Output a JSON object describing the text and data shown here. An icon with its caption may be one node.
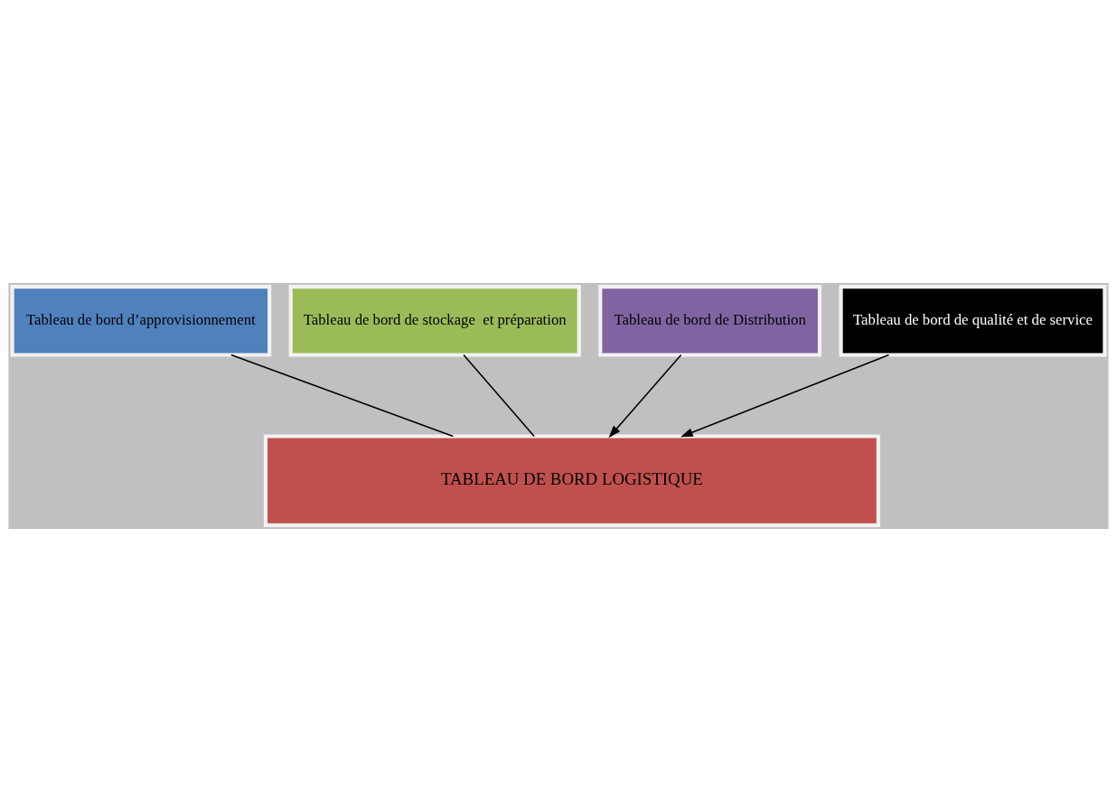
{
  "diagram": {
    "nodes": [
      {
        "text": [
          "Tableau de bord d’approvisionnement"
        ]
      },
      {
        "text": [
          "Tableau de bord de stockage  et préparation"
        ]
      },
      {
        "text": [
          "Tableau de bord de Distribution"
        ]
      },
      {
        "text": [
          "Tableau de bord de qualité et de service"
        ]
      },
      {
        "text": [
          "TABLEAU DE BORD LOGISTIQUE"
        ]
      }
    ],
    "edges": [
      {
        "from": 0,
        "to": 4,
        "arrow": "none"
      },
      {
        "from": 1,
        "to": 4,
        "arrow": "none"
      },
      {
        "from": 2,
        "to": 4,
        "arrow": "to"
      },
      {
        "from": 3,
        "to": 4,
        "arrow": "to"
      }
    ]
  }
}
